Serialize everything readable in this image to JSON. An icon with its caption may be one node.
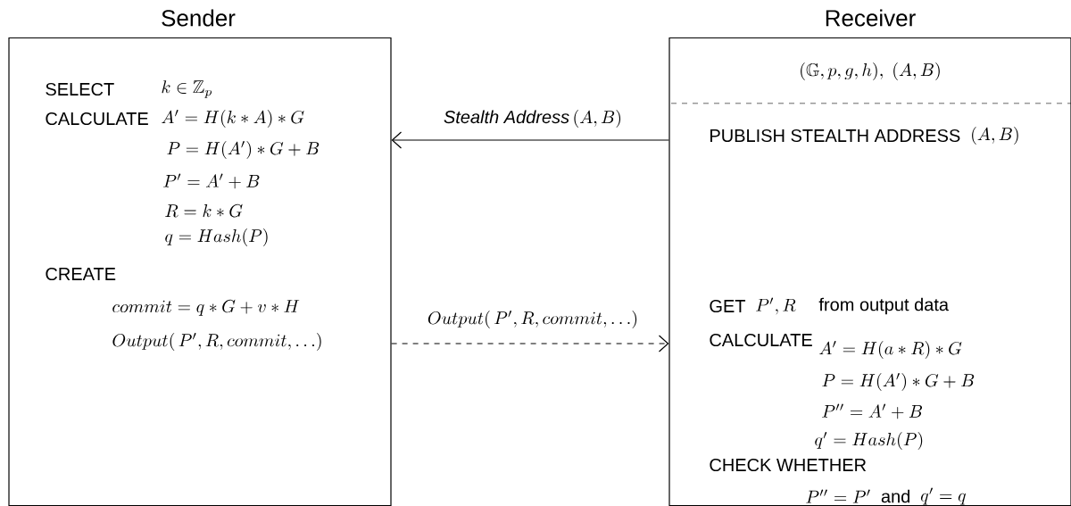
{
  "diagram": {
    "nodes": [
      {
        "text": [
          "Sender",
          "SELECT",
          "k \\in \\mathbb{Z}_p",
          "CALCULATE",
          "A' = H(k \\ast A) \\ast G",
          "P = H(A') \\ast G + B",
          "P' = A' + B",
          "R = k \\ast G",
          "q = Hash(P)",
          "CREATE",
          "commit = q \\ast G + v \\ast H",
          "Output(\\,P', R, commit, \\ldots)"
        ]
      },
      {
        "text": [
          "Receiver",
          "(\\mathbb{G}, p, g, h),\\ (A, B)",
          "PUBLISH STEALTH ADDRESS",
          "(A, B)",
          "GET",
          "P', R",
          "from output data",
          "CALCULATE",
          "A' = H(a \\ast R) \\ast G",
          "P = H(A') \\ast G + B",
          "P'' = A' + B",
          "q' = Hash(P)",
          "CHECK WHETHER",
          "P'' = P'",
          "and",
          "q' = q"
        ]
      }
    ],
    "edges": [
      {
        "from": 1,
        "to": 0,
        "arrow": "to",
        "label": "\\mathit{Stealth\\ Address}\\,(A, B)"
      },
      {
        "from": 0,
        "to": 1,
        "arrow": "to",
        "style": "dashed",
        "label": "Output(\\,P', R, commit, \\ldots)"
      }
    ]
  }
}
